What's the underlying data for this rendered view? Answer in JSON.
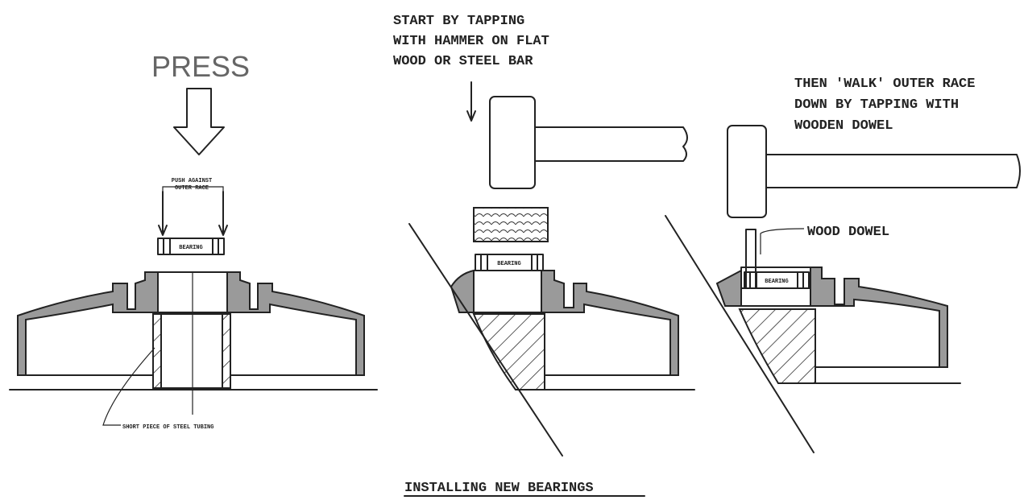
{
  "labels": {
    "press": "PRESS",
    "push_outer_line1": "PUSH AGAINST",
    "push_outer_line2": "OUTER RACE",
    "bearing_1": "BEARING",
    "bearing_2": "BEARING",
    "bearing_3": "BEARING",
    "tubing": "SHORT PIECE OF STEEL TUBING",
    "start_line1": "START BY TAPPING",
    "start_line2": "WITH HAMMER ON FLAT",
    "start_line3": "WOOD OR STEEL BAR",
    "walk_line1": "THEN 'WALK' OUTER RACE",
    "walk_line2": "DOWN BY TAPPING WITH",
    "walk_line3": "WOODEN DOWEL",
    "wood_dowel": "WOOD DOWEL",
    "caption": "INSTALLING NEW BEARINGS"
  }
}
